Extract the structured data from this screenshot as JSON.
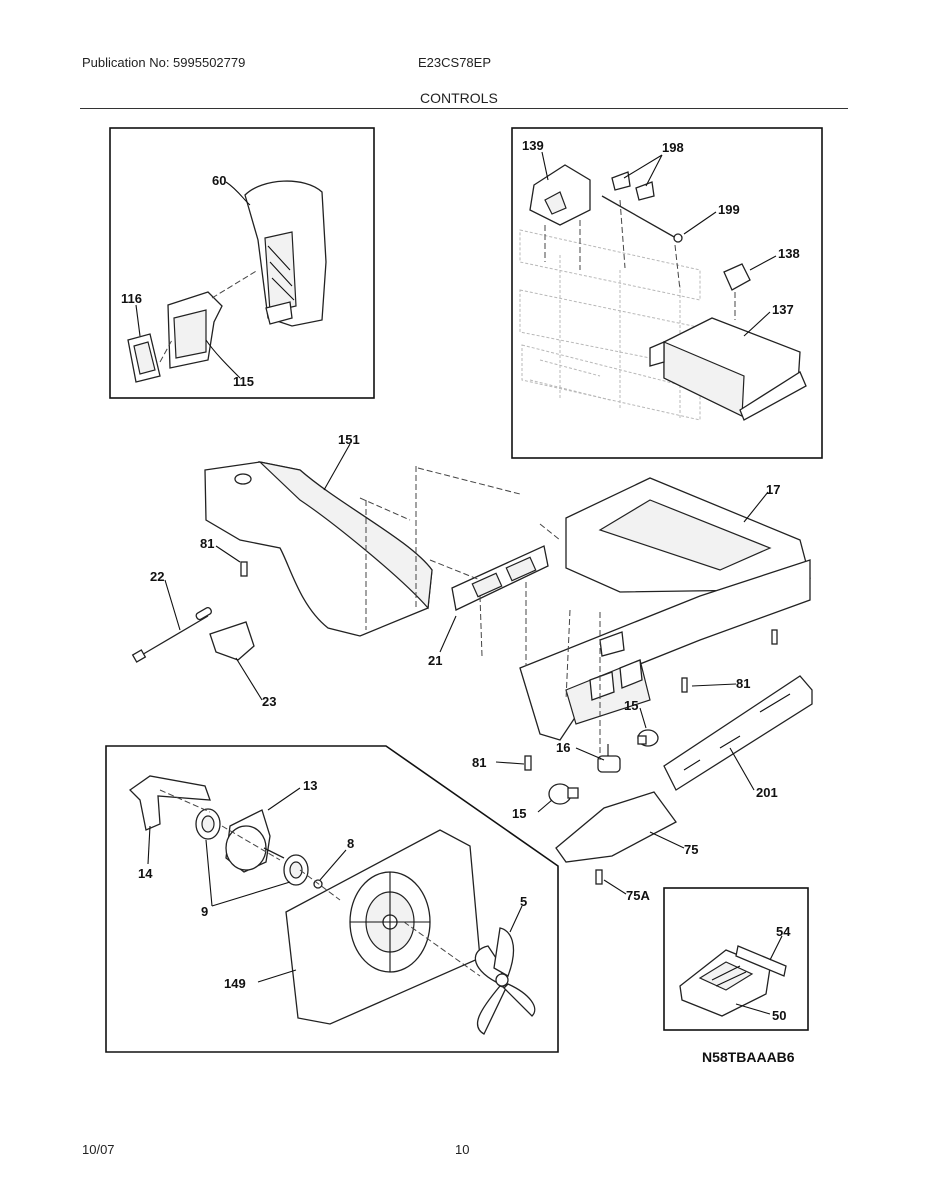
{
  "header": {
    "publication": "Publication No: 5995502779",
    "model": "E23CS78EP",
    "section_title": "CONTROLS"
  },
  "footer": {
    "date": "10/07",
    "page_number": "10"
  },
  "diagram_code": "N58TBAAAB6",
  "callouts": {
    "c60": "60",
    "c116": "116",
    "c115": "115",
    "c139": "139",
    "c198": "198",
    "c199": "199",
    "c138": "138",
    "c137": "137",
    "c151": "151",
    "c17": "17",
    "c81a": "81",
    "c22": "22",
    "c21": "21",
    "c23": "23",
    "c81b": "81",
    "c81c": "81",
    "c15a": "15",
    "c16": "16",
    "c15b": "15",
    "c201": "201",
    "c75": "75",
    "c75a": "75A",
    "c13": "13",
    "c14": "14",
    "c8": "8",
    "c9": "9",
    "c5": "5",
    "c149": "149",
    "c54": "54",
    "c50": "50"
  }
}
